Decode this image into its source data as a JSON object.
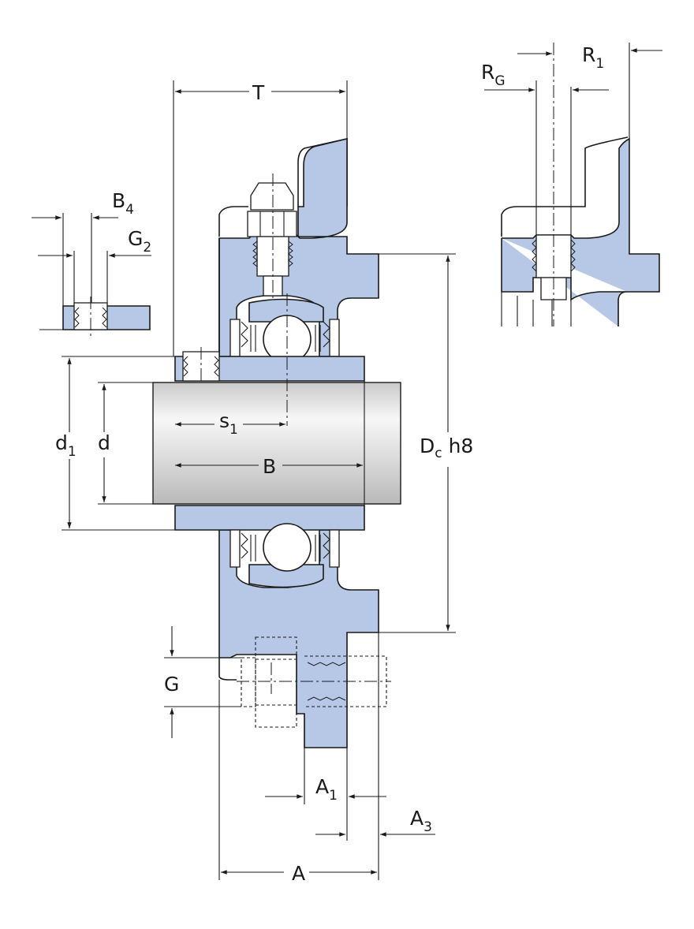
{
  "dimensions": {
    "T": "T",
    "B4": {
      "base": "B",
      "sub": "4"
    },
    "G2": {
      "base": "G",
      "sub": "2"
    },
    "RG": {
      "base": "R",
      "sub": "G"
    },
    "R1": {
      "base": "R",
      "sub": "1"
    },
    "d1": {
      "base": "d",
      "sub": "1"
    },
    "d": "d",
    "s1": {
      "base": "s",
      "sub": "1"
    },
    "B": "B",
    "Dc": {
      "base": "D",
      "sub": "c",
      "tail": " h8"
    },
    "G": "G",
    "A1": {
      "base": "A",
      "sub": "1"
    },
    "A3": {
      "base": "A",
      "sub": "3"
    },
    "A": "A"
  },
  "colors": {
    "section_fill": "#b7c8e6",
    "line": "#1a1a1a",
    "shaft_light": "#f4f4f4",
    "shaft_dark": "#bdbdbd"
  }
}
